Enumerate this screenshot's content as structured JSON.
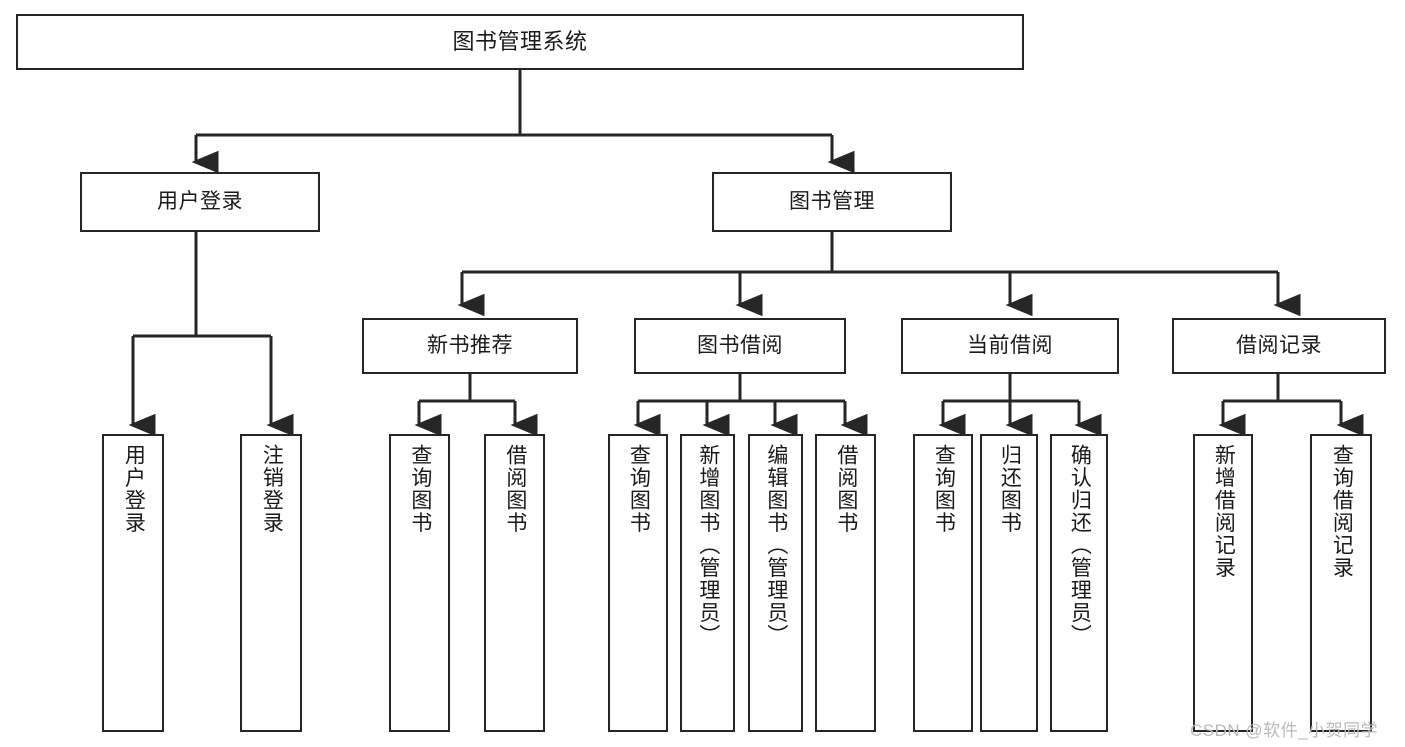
{
  "diagram": {
    "title_node": {
      "label": "图书管理系统"
    },
    "level2": [
      {
        "label": "用户登录"
      },
      {
        "label": "图书管理"
      }
    ],
    "level3": [
      {
        "label": "新书推荐"
      },
      {
        "label": "图书借阅"
      },
      {
        "label": "当前借阅"
      },
      {
        "label": "借阅记录"
      }
    ],
    "leaves": [
      {
        "label": "用户登录"
      },
      {
        "label": "注销登录"
      },
      {
        "label": "查询图书"
      },
      {
        "label": "借阅图书"
      },
      {
        "label": "查询图书"
      },
      {
        "label": "新增图书（管理员）"
      },
      {
        "label": "编辑图书（管理员）"
      },
      {
        "label": "借阅图书"
      },
      {
        "label": "查询图书"
      },
      {
        "label": "归还图书"
      },
      {
        "label": "确认归还（管理员）"
      },
      {
        "label": "新增借阅记录"
      },
      {
        "label": "查询借阅记录"
      }
    ],
    "watermark": "CSDN @软件_小贺同学",
    "colors": {
      "stroke": "#262626",
      "fill": "#ffffff",
      "text": "#1a1a1a",
      "watermark": "#b9b9b9"
    }
  }
}
